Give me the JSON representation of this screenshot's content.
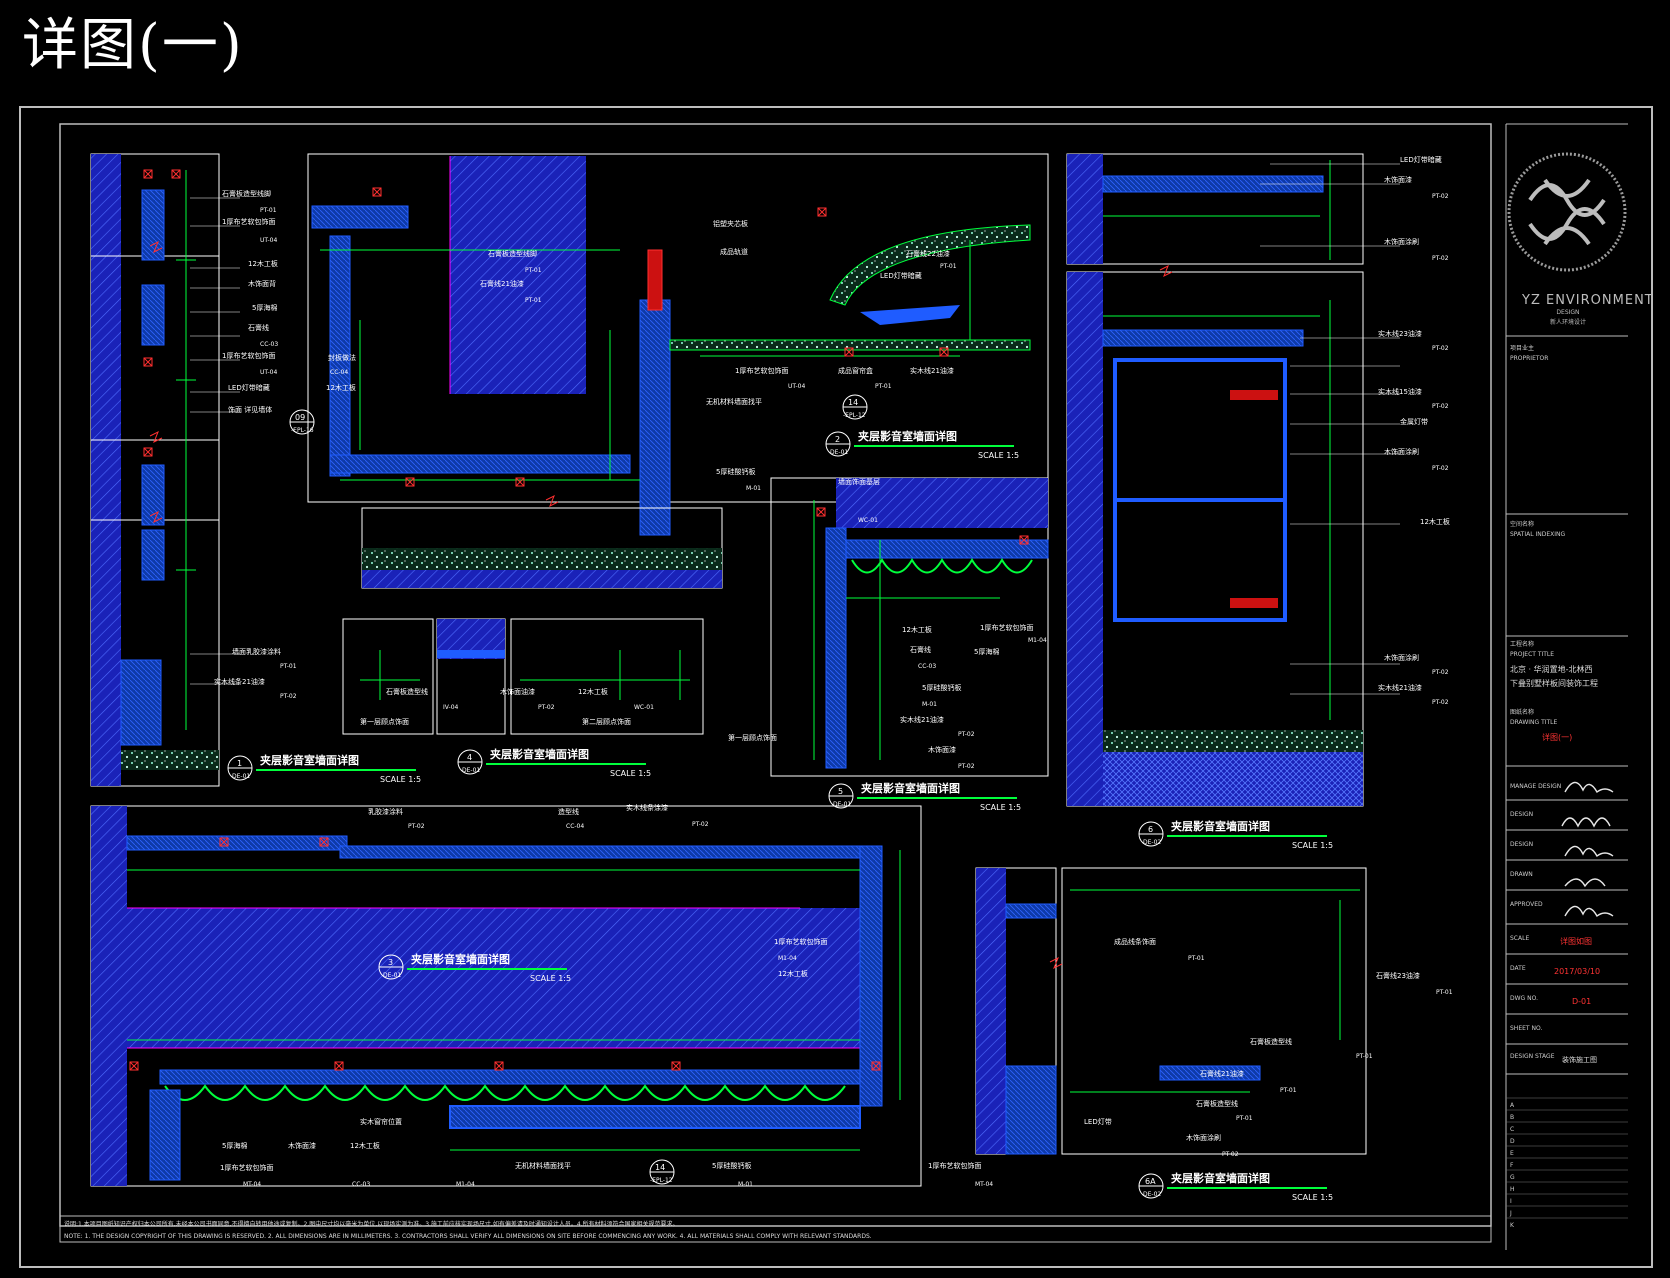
{
  "page_title": "详图(一)",
  "title_block": {
    "logo_text": "YZ ENVIRONMENT",
    "logo_sub1": "DESIGN",
    "logo_sub2": "新人环境设计",
    "proprietor_cn": "项目业主",
    "proprietor_en": "PROPRIETOR",
    "spatial_cn": "空间名称",
    "spatial_en": "SPATIAL INDEXING",
    "project_cn": "工程名称",
    "project_en": "PROJECT TITLE",
    "project_line1": "北京 · 华润置地-北林西",
    "project_line2": "下叠别墅样板间装饰工程",
    "drawing_cn": "图纸名称",
    "drawing_en": "DRAWING TITLE",
    "drawing_value": "详图(一)",
    "manage_design": "MANAGE DESIGN",
    "design": "DESIGN",
    "design2": "DESIGN",
    "drawn": "DRAWN",
    "approved": "APPROVED",
    "scale": "SCALE",
    "scale_value": "详图如图",
    "date": "DATE",
    "date_value": "2017/03/10",
    "dwg_no": "DWG NO.",
    "dwg_value": "D-01",
    "sheet_no": "SHEET NO.",
    "design_stage": "DESIGN STAGE",
    "design_stage_value": "装饰施工图",
    "revision_letters": [
      "A",
      "B",
      "C",
      "D",
      "E",
      "F",
      "G",
      "H",
      "I",
      "J",
      "K"
    ]
  },
  "details": [
    {
      "num": "1",
      "ref": "DE-01",
      "title": "夹层影音室墙面详图",
      "scale": "SCALE 1:5"
    },
    {
      "num": "2",
      "ref": "DE-01",
      "title": "夹层影音室墙面详图",
      "scale": "SCALE 1:5"
    },
    {
      "num": "3",
      "ref": "DE-01",
      "title": "夹层影音室墙面详图",
      "scale": "SCALE 1:5"
    },
    {
      "num": "4",
      "ref": "DE-01",
      "title": "夹层影音室墙面详图",
      "scale": "SCALE 1:5"
    },
    {
      "num": "5",
      "ref": "DE-01",
      "title": "夹层影音室墙面详图",
      "scale": "SCALE 1:5"
    },
    {
      "num": "6",
      "ref": "DE-02",
      "title": "夹层影音室墙面详图",
      "scale": "SCALE 1:5"
    },
    {
      "num": "6A",
      "ref": "DE-02",
      "title": "夹层影音室墙面详图",
      "scale": "SCALE 1:5"
    }
  ],
  "callouts": {
    "c09": "09",
    "c09ref": "-EPL-16",
    "c14a": "14",
    "c14aref": "-EPL-12",
    "c14b": "14",
    "c14bref": "-EPL-12"
  },
  "labels": {
    "d1": [
      "石膏板造型线脚",
      "PT-01",
      "1厚布艺软包饰面",
      "UT-04",
      "12木工板",
      "木饰面背",
      "5厚海棉",
      "石膏线",
      "CC-03",
      "1厚布艺软包饰面",
      "UT-04",
      "LED灯带暗藏",
      "饰面 详见墙体",
      "墙面乳胶漆涂料",
      "PT-01",
      "实木线条21油漆",
      "PT-02"
    ],
    "d2": [
      "铝塑夹芯板",
      "成品轨道",
      "石膏板造型线脚",
      "PT-01",
      "石膏线21油漆",
      "PT-01",
      "LED灯带暗藏",
      "PT-01",
      "石膏线22油漆",
      "PT-01",
      "封板做法",
      "CC-04",
      "12木工板",
      "1厚布艺软包饰面",
      "UT-04",
      "成品窗帘盒",
      "实木线21油漆",
      "无机材料墙面找平",
      "5厚硅酸钙板",
      "M-01"
    ],
    "d3": [
      "乳胶漆涂料",
      "PT-02",
      "造型线",
      "CC-04",
      "实木线条涂漆",
      "PT-02",
      "1厚布艺软包饰面",
      "M1-04",
      "12木工板",
      "5厚海棉",
      "木饰面漆",
      "12木工板",
      "实木窗帘位置",
      "1厚布艺软包饰面",
      "MT-04",
      "CC-03",
      "M1-04",
      "无机材料墙面找平",
      "5厚硅酸钙板",
      "M-01",
      "1厚布艺软包饰面",
      "MT-04"
    ],
    "d4": [
      "石膏板造型线",
      "IV-04",
      "第一层顾点饰面",
      "木饰面油漆",
      "PT-02",
      "12木工板",
      "WC-01",
      "第二层顾点饰面"
    ],
    "d5": [
      "墙面饰面基层",
      "WC-01",
      "12木工板",
      "石膏线",
      "CC-03",
      "1厚布艺软包饰面",
      "5厚海棉",
      "M1-04",
      "5厚硅酸钙板",
      "M-01",
      "实木线21油漆",
      "PT-02",
      "木饰面漆",
      "PT-02",
      "第一层顾点饰面"
    ],
    "d6": [
      "LED灯带暗藏",
      "木饰面漆",
      "PT-02",
      "木饰面涂刷",
      "PT-02",
      "实木线23油漆",
      "PT-02",
      "实木线15油漆",
      "PT-02",
      "金属灯带",
      "木饰面涂刷",
      "PT-02",
      "12木工板",
      "木饰面涂刷",
      "PT-02",
      "实木线21油漆",
      "PT-02"
    ],
    "d6a": [
      "成品线条饰面",
      "PT-01",
      "石膏线23油漆",
      "PT-01",
      "石膏板造型线",
      "PT-01",
      "石膏线21油漆",
      "PT-01",
      "石膏板造型线",
      "PT-01",
      "LED灯带",
      "木饰面涂刷",
      "PT-02"
    ]
  },
  "notes": {
    "cn": "说明:1.本项目图纸知识产权归本公司所有,未经本公司书面同意,不得擅自转用他途或复制。2.图中尺寸均以毫米为单位,以现场实测为准。3.施工前应核实现场尺寸,如有偏差请及时通知设计人员。4.所有材料须符合国家相关规范要求。",
    "en": "NOTE: 1. THE DESIGN COPYRIGHT OF THIS DRAWING IS RESERVED. 2. ALL DIMENSIONS ARE IN MILLIMETERS. 3. CONTRACTORS SHALL VERIFY ALL DIMENSIONS ON SITE BEFORE COMMENCING ANY WORK. 4. ALL MATERIALS SHALL COMPLY WITH RELEVANT STANDARDS."
  },
  "colors": {
    "green": "#00ff3c",
    "blue": "#1f5cff",
    "hatchBlue": "#1c2bd6",
    "white": "#ffffff",
    "magenta": "#ff00ff",
    "red": "#ff2a2a"
  }
}
